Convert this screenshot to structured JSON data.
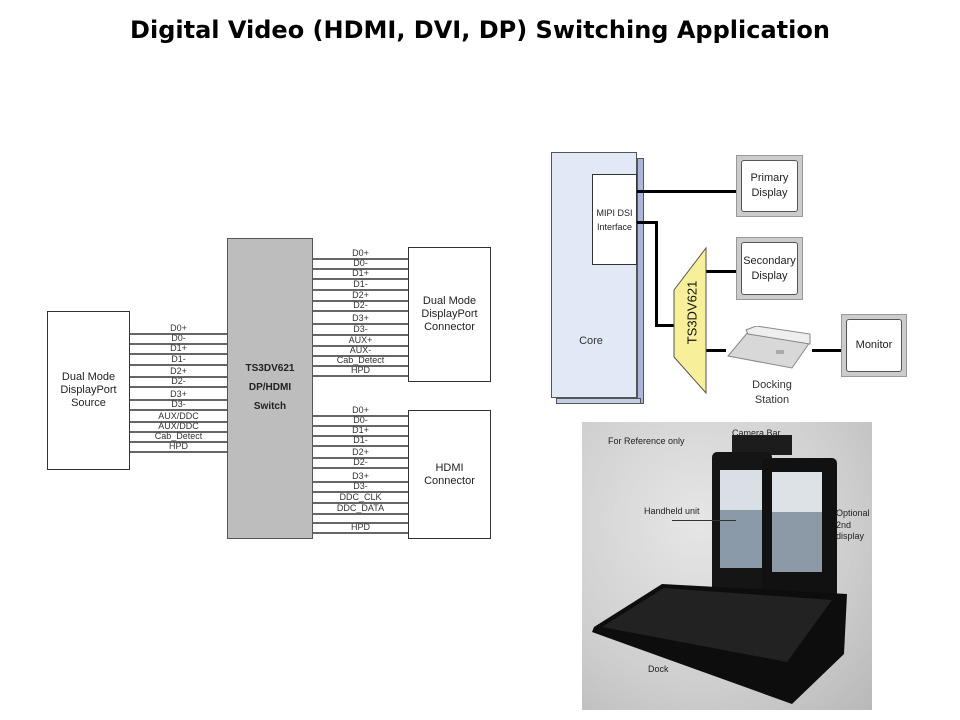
{
  "title": "Digital Video (HDMI, DVI, DP) Switching Application",
  "left_diagram": {
    "source": "Dual Mode DisplayPort Source",
    "switch": {
      "name": "TS3DV621",
      "type": "DP/HDMI",
      "role": "Switch"
    },
    "dp_connector": "Dual Mode DisplayPort Connector",
    "hdmi_connector": "HDMI Connector",
    "source_signals": [
      "D0+",
      "D0-",
      "D1+",
      "D1-",
      "D2+",
      "D2-",
      "D3+",
      "D3-",
      "AUX/DDC",
      "AUX/DDC",
      "Cab_Detect",
      "HPD"
    ],
    "dp_signals": [
      "D0+",
      "D0-",
      "D1+",
      "D1-",
      "D2+",
      "D2-",
      "D3+",
      "D3-",
      "AUX+",
      "AUX-",
      "Cab_Detect",
      "HPD"
    ],
    "hdmi_signals": [
      "D0+",
      "D0-",
      "D1+",
      "D1-",
      "D2+",
      "D2-",
      "D3+",
      "D3-",
      "DDC_CLK",
      "DDC_DATA",
      "",
      "HPD"
    ]
  },
  "right_diagram": {
    "core": "Core",
    "mipi": "MIPI DSI Interface",
    "switch": "TS3DV621",
    "primary_display": "Primary Display",
    "secondary_display": "Secondary Display",
    "docking_station": "Docking Station",
    "monitor": "Monitor"
  },
  "photo": {
    "reference": "For Reference only",
    "camera_bar": "Camera Bar",
    "handheld": "Handheld unit",
    "optional_a": "Optional",
    "optional_b": "2nd display",
    "dock": "Dock"
  }
}
